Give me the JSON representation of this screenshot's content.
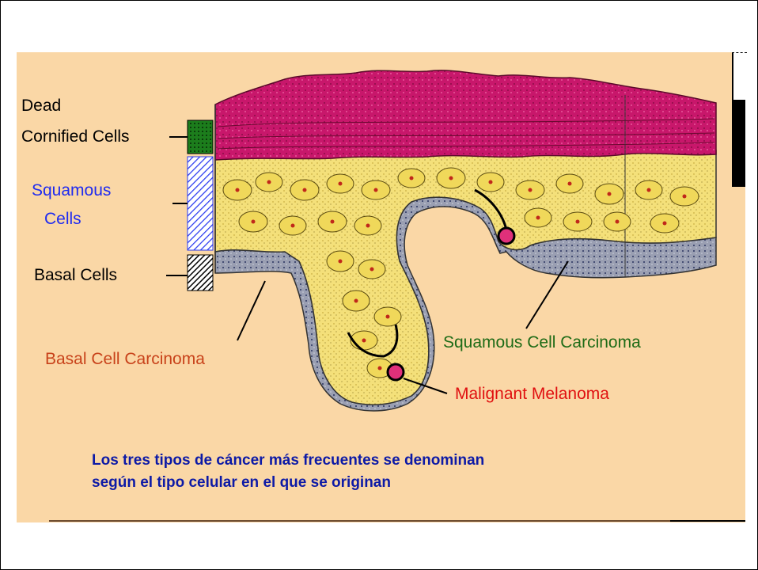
{
  "labels": {
    "dead": "Dead",
    "cornified": "Cornified Cells",
    "squamous_1": "Squamous",
    "squamous_2": "Cells",
    "basal": "Basal Cells",
    "bcc": "Basal Cell Carcinoma",
    "scc": "Squamous Cell Carcinoma",
    "melanoma": "Malignant Melanoma"
  },
  "caption": {
    "line1": "Los tres tipos de cáncer más frecuentes se denominan",
    "line2": "según el tipo celular en el que se originan"
  },
  "colors": {
    "background": "#fad7a6",
    "cornified": "#c8176b",
    "squamous_layer": "#f4e07a",
    "basal_layer": "#8f94a8",
    "dead_label": "#000000",
    "squamous_label": "#1f2bf0",
    "basal_label": "#000000",
    "bcc_label": "#c8421a",
    "scc_label": "#1e6b16",
    "melanoma_label": "#e01010",
    "caption": "#0d1aa6"
  }
}
